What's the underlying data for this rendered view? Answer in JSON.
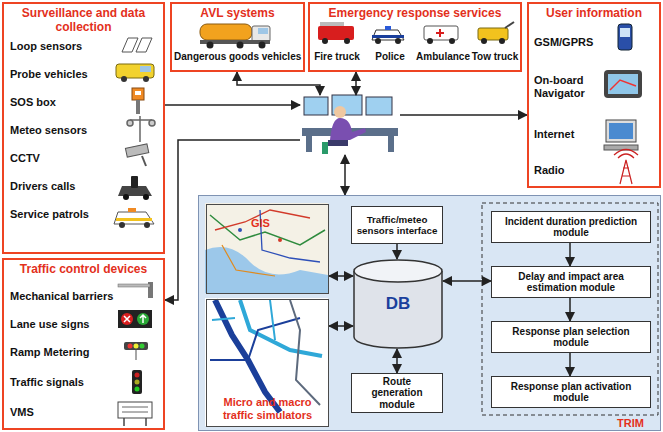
{
  "diagram": {
    "nodes": [
      {
        "text": [
          "Surveillance and data collection",
          "Loop sensors",
          "Probe vehicles",
          "SOS box",
          "Meteo sensors",
          "CCTV",
          "Drivers calls",
          "Service patrols"
        ]
      },
      {
        "text": [
          "AVL systems",
          "Dangerous goods vehicles"
        ]
      },
      {
        "text": [
          "Emergency response services",
          "Fire truck",
          "Police",
          "Ambulance",
          "Tow truck"
        ]
      },
      {
        "text": [
          "User information",
          "GSM/GPRS",
          "On-board Navigator",
          "Internet",
          "Radio"
        ]
      },
      {
        "text": []
      },
      {
        "text": [
          "Traffic control devices",
          "Mechanical barriers",
          "Lane use signs",
          "Ramp Metering",
          "Traffic signals",
          "VMS"
        ]
      },
      {
        "text": [
          "TRIM"
        ]
      },
      {
        "text": [
          "GIS"
        ],
        "in": 6
      },
      {
        "text": [
          "Traffic/meteo sensors interface"
        ],
        "in": 6
      },
      {
        "text": [
          "Micro and macro traffic simulators"
        ],
        "in": 6
      },
      {
        "text": [
          "DB"
        ],
        "in": 6
      },
      {
        "text": [
          "Route generation module"
        ],
        "in": 6
      },
      {
        "text": [
          "Incident duration prediction module"
        ],
        "in": 6
      },
      {
        "text": [
          "Delay and impact area estimation module"
        ],
        "in": 6
      },
      {
        "text": [
          "Response plan selection module"
        ],
        "in": 6
      },
      {
        "text": [
          "Response plan activation module"
        ],
        "in": 6
      }
    ],
    "edges": [
      {
        "from": 0,
        "to": 4,
        "arrow": "to"
      },
      {
        "from": 1,
        "to": 4,
        "arrow": "both"
      },
      {
        "from": 2,
        "to": 4,
        "arrow": "both"
      },
      {
        "from": 4,
        "to": 3,
        "arrow": "to"
      },
      {
        "from": 4,
        "to": 5,
        "arrow": "to"
      },
      {
        "from": 4,
        "to": 6,
        "arrow": "both"
      },
      {
        "from": 8,
        "to": 10,
        "arrow": "to"
      },
      {
        "from": 7,
        "to": 10,
        "arrow": "both"
      },
      {
        "from": 9,
        "to": 10,
        "arrow": "both"
      },
      {
        "from": 11,
        "to": 10,
        "arrow": "both"
      },
      {
        "from": 10,
        "to": 13,
        "arrow": "both"
      },
      {
        "from": 12,
        "to": 13,
        "arrow": "to"
      },
      {
        "from": 13,
        "to": 14,
        "arrow": "to"
      },
      {
        "from": 14,
        "to": 15,
        "arrow": "to"
      }
    ]
  }
}
